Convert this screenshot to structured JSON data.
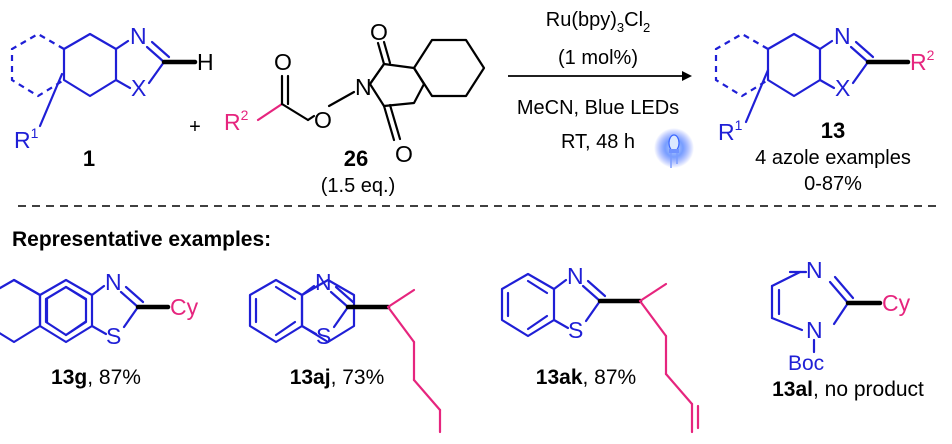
{
  "colors": {
    "core": "#1f1fd6",
    "substituent": "#e6257e",
    "bond": "#000000",
    "led": "#4a7dff"
  },
  "reaction": {
    "azole": {
      "id": "1",
      "N": "N",
      "X": "X",
      "H": "H",
      "R": "R",
      "R_sup": "1"
    },
    "plus": "+",
    "ester": {
      "id": "26",
      "equiv": "(1.5 eq.)",
      "O": "O",
      "N": "N",
      "R": "R",
      "R_sup": "2"
    },
    "catalyst_main": "Ru(bpy)",
    "catalyst_sub": "3",
    "catalyst_end": "Cl",
    "catalyst_sub2": "2",
    "loading": "(1 mol%)",
    "conditions": "MeCN, Blue LEDs",
    "time": "RT, 48 h",
    "led_icon": "blue-led-icon",
    "product": {
      "id": "13",
      "scope": "4 azole examples",
      "yield_range": "0-87%",
      "N": "N",
      "X": "X",
      "R1": "R",
      "R1_sup": "1",
      "R2": "R",
      "R2_sup": "2"
    }
  },
  "examples_heading": "Representative examples:",
  "examples": [
    {
      "id": "13g",
      "yield": ", 87%",
      "N": "N",
      "S": "S",
      "sub": "Cy"
    },
    {
      "id": "13aj",
      "yield": ", 73%",
      "N": "N",
      "S": "S"
    },
    {
      "id": "13ak",
      "yield": ", 87%",
      "N": "N",
      "S": "S"
    },
    {
      "id": "13al",
      "yield": ", no product",
      "N": "N",
      "N2": "N",
      "boc": "Boc",
      "sub": "Cy"
    }
  ]
}
